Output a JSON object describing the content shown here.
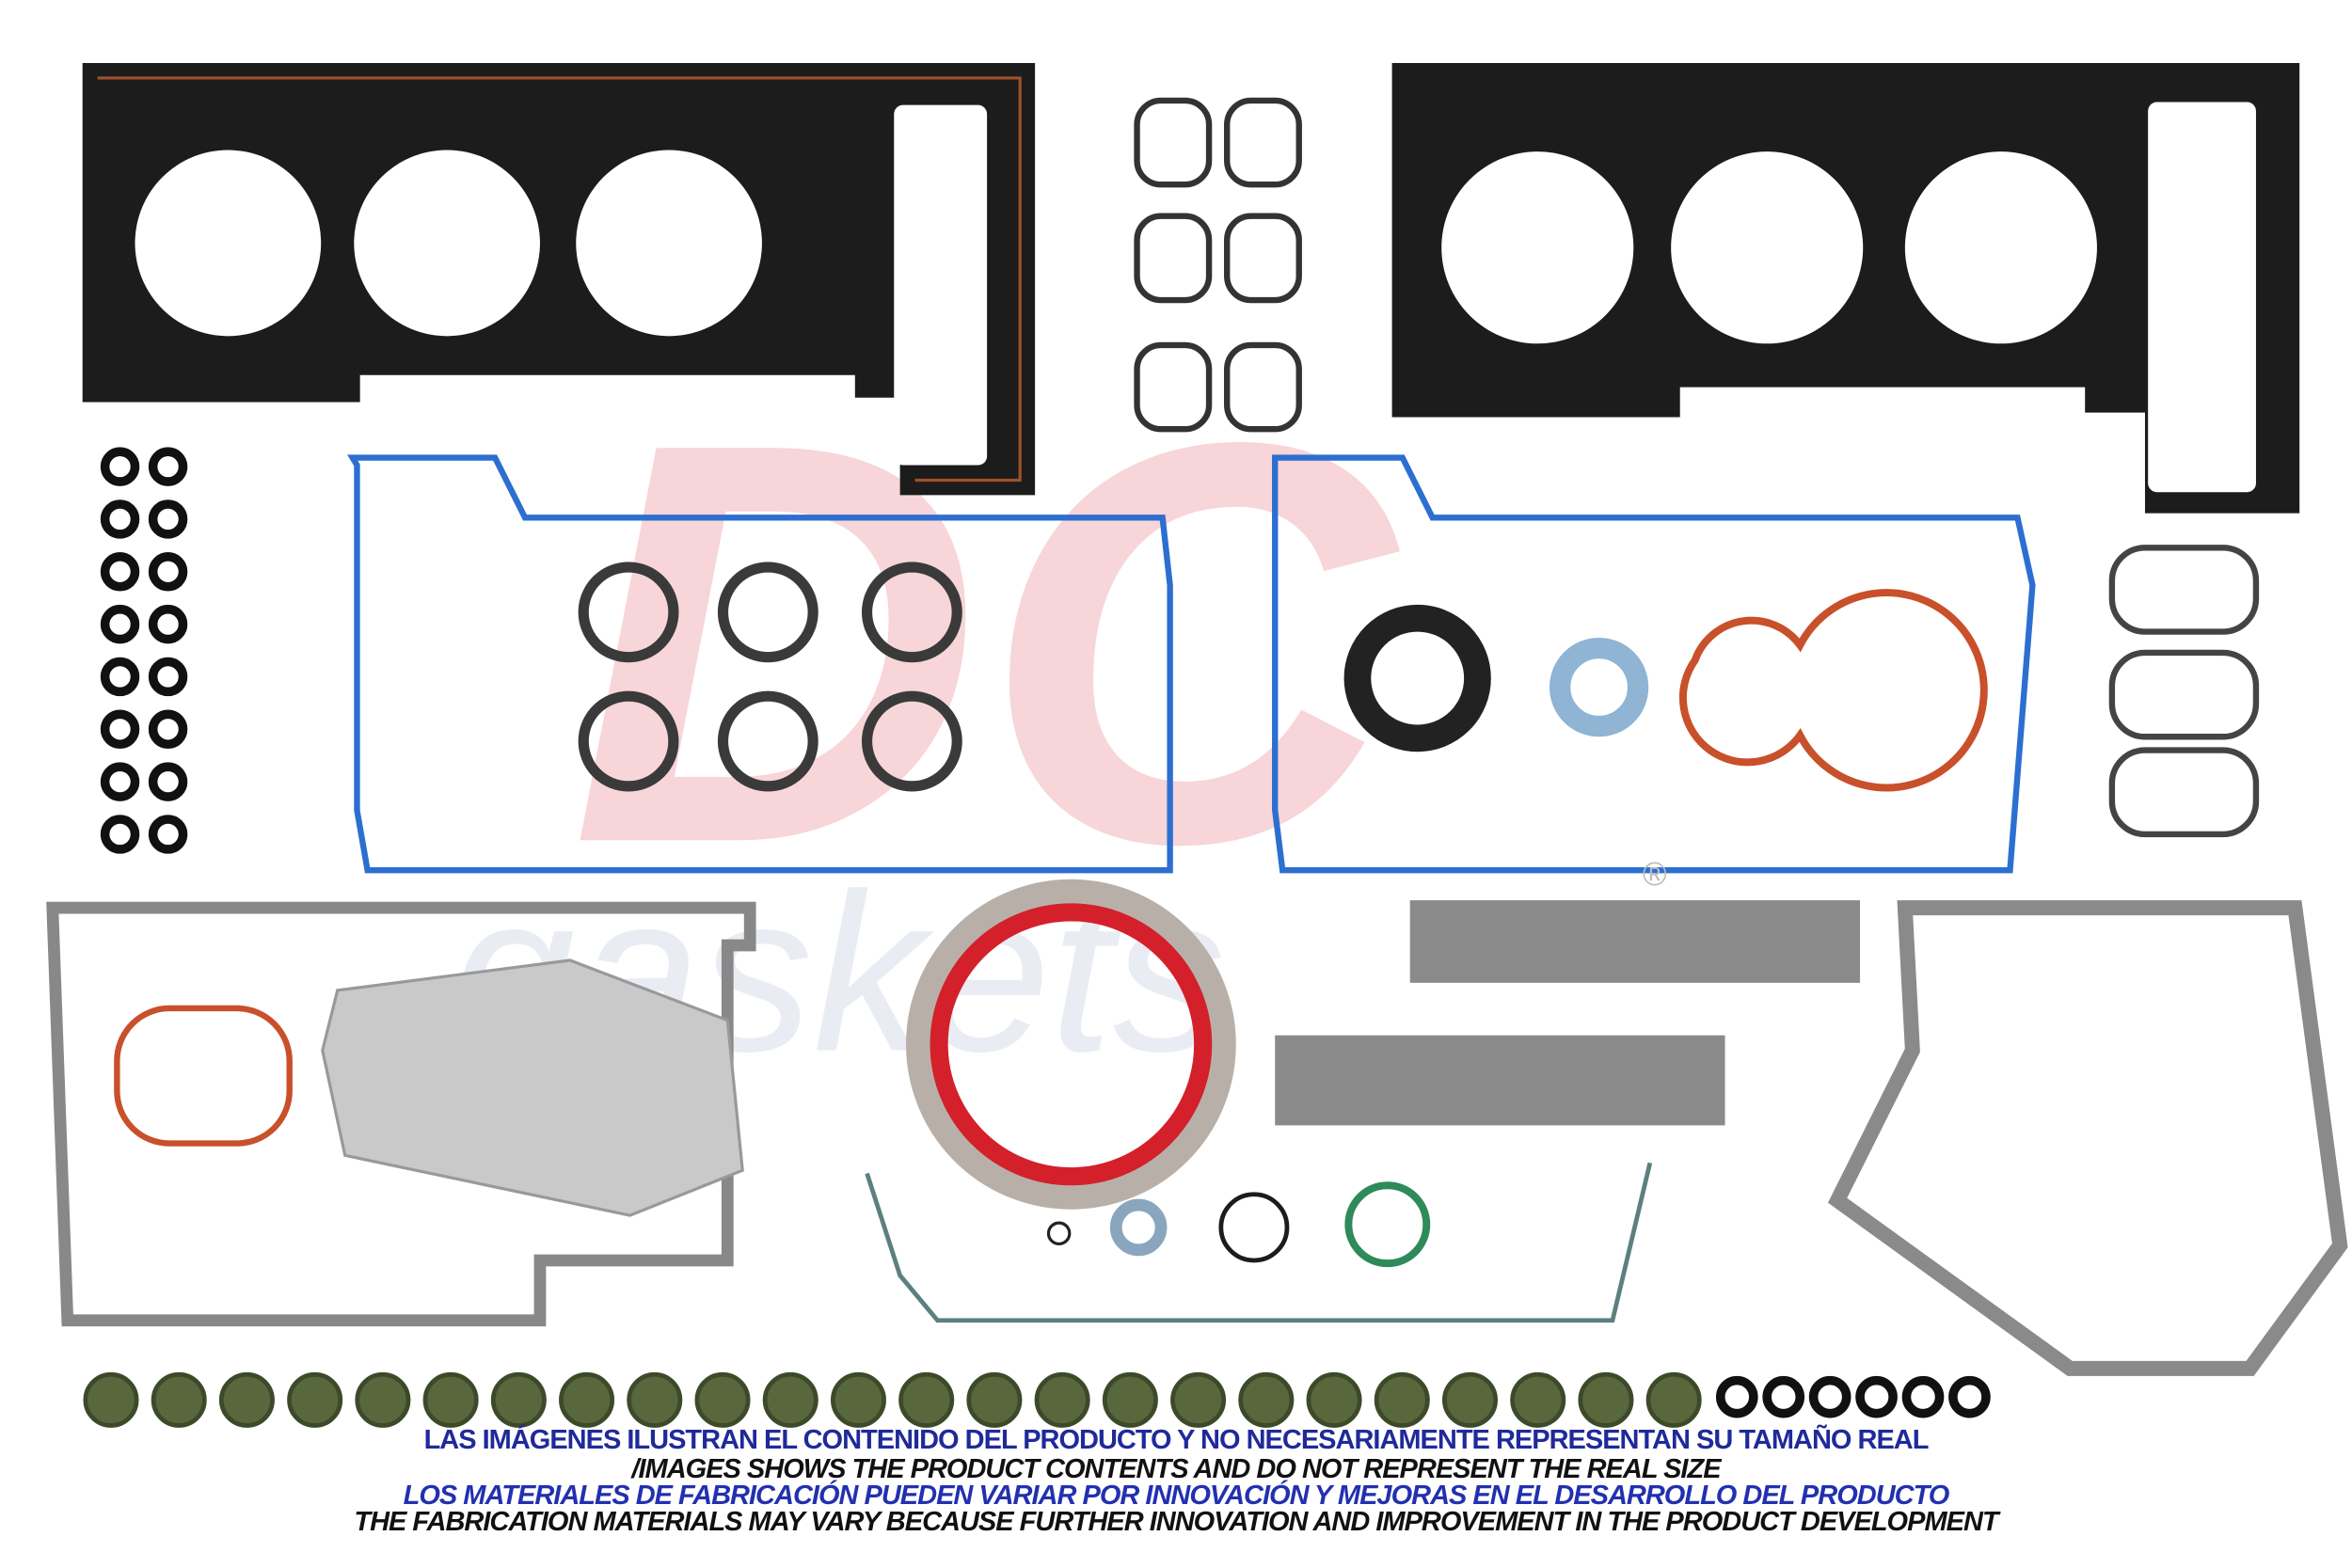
{
  "watermark": {
    "brand": "DC",
    "sub": "gaskets",
    "mark": "®"
  },
  "captions": {
    "line1": "LAS IMÁGENES ILUSTRAN EL CONTENIDO DEL PRODUCTO Y NO NECESARIAMENTE REPRESENTAN SU TAMAÑO REAL",
    "line2": "/IMAGES SHOWS THE PRODUCT CONTENTS AND DO NOT REPRESENT THE REAL SIZE",
    "line3": "LOS MATERIALES DE FABRICACIÓN PUEDEN VARIAR POR INNOVACIÓN Y MEJORAS EN EL DESARROLLO DEL PRODUCTO",
    "line4": "THE FABRICATION MATERIALS MAY VARY BECAUSE FURTHER INNOVATION AND IMPROVEMENT IN THE PRODUCT DEVELOPMENT"
  },
  "colors": {
    "caption_blue": "#1f2a9a",
    "gasket_black": "#1c1c1c",
    "valve_cover_blue": "#2d6fd0",
    "seal_red": "#d4202a",
    "seal_green": "#4f5f36"
  }
}
